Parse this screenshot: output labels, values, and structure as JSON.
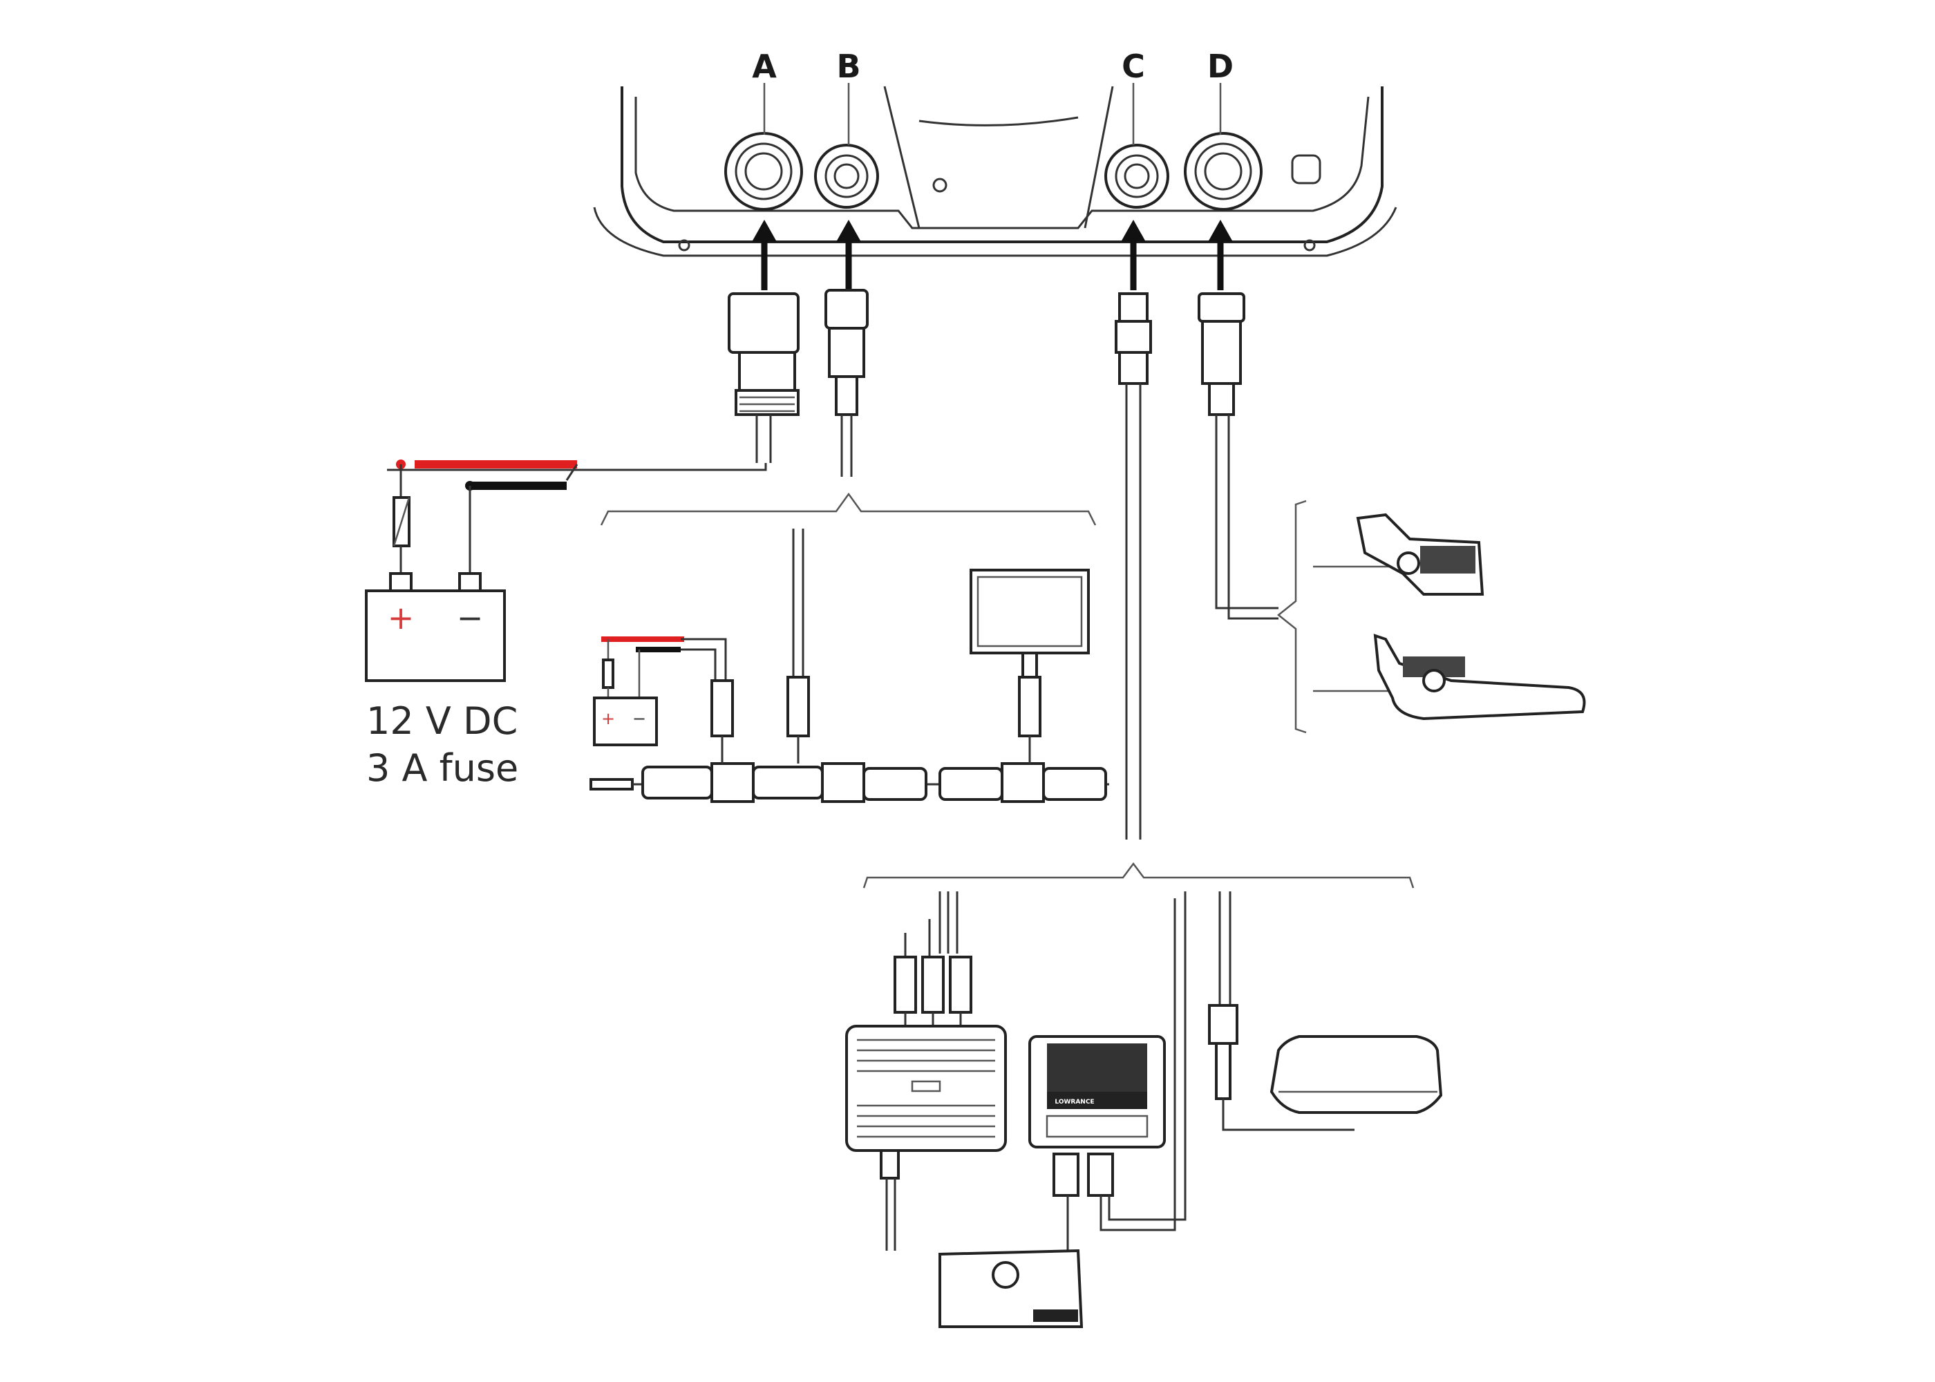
{
  "ports": {
    "a": "A",
    "b": "B",
    "c": "C",
    "d": "D"
  },
  "power": {
    "voltage": "12 V DC",
    "fuse": "3 A fuse",
    "plus": "+",
    "minus": "−"
  },
  "colors": {
    "line": "#333333",
    "red_wire": "#e02020",
    "black_wire": "#111111"
  },
  "devices": {
    "brand": "LOWRANCE"
  },
  "icons": [
    "display-unit-icon",
    "arrow-up-icon",
    "battery-icon",
    "fuse-icon",
    "t-connector-icon",
    "monitor-icon",
    "transducer-icon",
    "sonar-module-icon",
    "radar-dome-icon"
  ]
}
